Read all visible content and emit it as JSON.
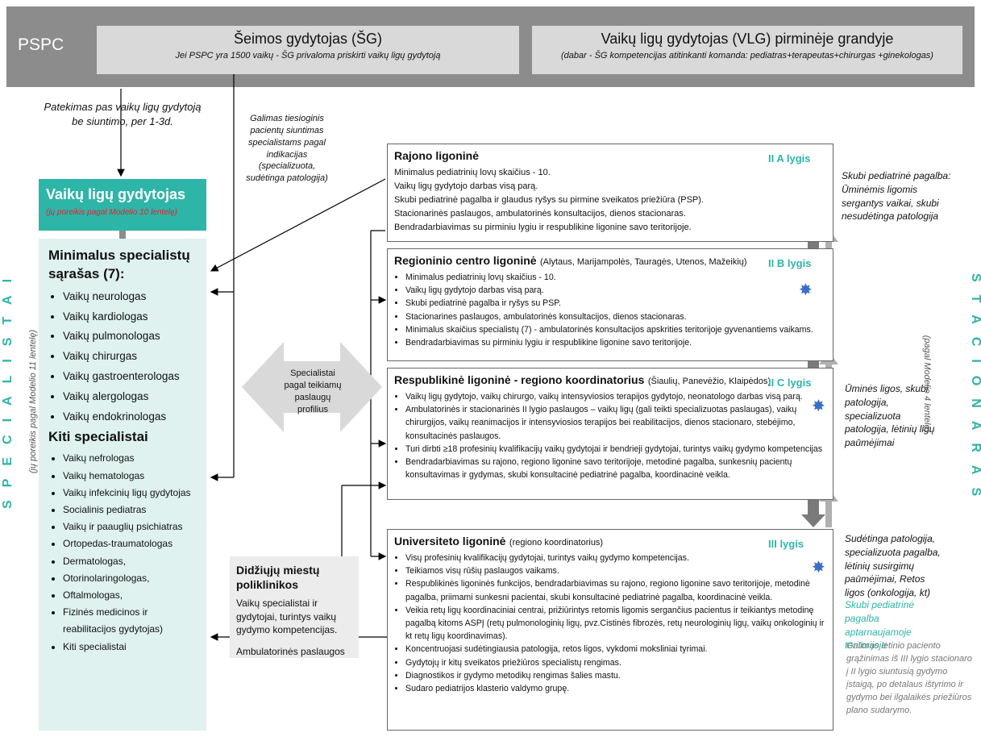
{
  "top": {
    "pspc": "PSPC",
    "sg_title": "Šeimos gydytojas (ŠG)",
    "sg_sub": "Jei PSPC yra 1500 vaikų - ŠG privaloma priskirti vaikų ligų gydytoją",
    "vlg_title": "Vaikų ligų gydytojas (VLG) pirminėje grandyje",
    "vlg_sub": "(dabar - ŠG kompetencijas atitinkanti komanda: pediatras+terapeutas+chirurgas +ginekologas)"
  },
  "notes": {
    "patekimas": "Patekimas pas vaikų ligų gydytoją be siuntimo, per 1-3d.",
    "galimas": "Galimas tiesioginis pacientų siuntimas specialistams pagal indikacijas (specializuota, sudėtinga patologija)",
    "specialistai_pagal": "Specialistai pagal teikiamų paslaugų profilius"
  },
  "left": {
    "vlg_title": "Vaikų ligų gydytojas",
    "vlg_sub": "(jų poreikis pagal Modelio 10 lentelę)",
    "min_title": "Minimalus specialistų sąrašas (7):",
    "min_list": [
      "Vaikų neurologas",
      "Vaikų kardiologas",
      "Vaikų pulmonologas",
      "Vaikų chirurgas",
      "Vaikų gastroenterologas",
      "Vaikų alergologas",
      "Vaikų endokrinologas"
    ],
    "other_title": "Kiti specialistai",
    "other_list": [
      "Vaikų nefrologas",
      "Vaikų hematologas",
      "Vaikų infekcinių ligų gydytojas",
      "Socialinis pediatras",
      "Vaikų ir paauglių psichiatras",
      "Ortopedas-traumatologas",
      "Dermatologas,",
      "Otorinolaringologas,",
      "Oftalmologas,",
      "Fizinės medicinos ir reabilitacijos gydytojas)",
      "Kiti specialistai"
    ],
    "side_big": "SPECIALISTAI",
    "side_small": "(jų poreikis pagal Modelio 11 lentelę)"
  },
  "levels": [
    {
      "title": "Rajono ligoninė",
      "paren": "",
      "tag": "II A lygis",
      "bullets": false,
      "items": [
        "Minimalus pediatrinių lovų skaičius - 10.",
        "Vaikų ligų gydytojo darbas visą parą.",
        "Skubi pediatrinė pagalba ir glaudus ryšys su pirmine sveikatos priežiūra (PSP).",
        "Stacionarinės paslaugos, ambulatorinės konsultacijos, dienos stacionaras.",
        "Bendradarbiavimas su pirminiu lygiu ir respublikine ligonine savo teritorijoje."
      ]
    },
    {
      "title": "Regioninio centro ligoninė",
      "paren": "(Alytaus, Marijampolės, Tauragės, Utenos, Mažeikių)",
      "tag": "II B lygis",
      "bullets": true,
      "items": [
        "Minimalus pediatrinių lovų skaičius - 10.",
        "Vaikų ligų gydytojo darbas visą parą.",
        "Skubi pediatrinė pagalba ir ryšys su PSP.",
        "Stacionarines paslaugos, ambulatorinės konsultacijos, dienos stacionaras.",
        "Minimalus skaičius specialistų (7) - ambulatorinės konsultacijos apskrities teritorijoje gyvenantiems vaikams.",
        "Bendradarbiavimas su pirminiu lygiu ir respublikine ligonine savo teritorijoje."
      ]
    },
    {
      "title": "Respublikinė ligoninė - regiono koordinatorius",
      "paren": "(Šiaulių, Panevėžio, Klaipėdos)",
      "tag": "II C lygis",
      "bullets": true,
      "items": [
        "Vaikų ligų gydytojo, vaikų chirurgo, vaikų intensyviosios terapijos gydytojo, neonatologo darbas visą parą.",
        "Ambulatorinės ir stacionarinės II lygio paslaugos – vaikų ligų (gali teikti specializuotas paslaugas), vaikų chirurgijos, vaikų reanimacijos ir intensyviosios terapijos bei reabilitacijos, dienos stacionaro, stebėjimo, konsultacinės paslaugos.",
        "Turi dirbti ≥18 profesinių kvalifikacijų vaikų gydytojai ir bendrieji gydytojai, turintys vaikų gydymo kompetencijas",
        "Bendradarbiavimas su rajono, regiono ligonine savo teritorijoje, metodinė pagalba, sunkesnių pacientų konsultavimas ir gydymas, skubi konsultacinė pediatrinė pagalba, koordinacinė veikla."
      ]
    },
    {
      "title": "Universiteto ligoninė",
      "paren": "(regiono koordinatorius)",
      "tag": "III lygis",
      "bullets": true,
      "items": [
        "Visų profesinių kvalifikacijų gydytojai, turintys vaikų gydymo kompetencijas.",
        "Teikiamos visų rūšių paslaugos vaikams.",
        "Respublikinės ligoninės funkcijos, bendradarbiavimas su rajono, regiono ligonine savo teritorijoje, metodinė pagalba, priimami sunkesni pacientai, skubi konsultacinė pediatrinė pagalba, koordinacinė veikla.",
        "Veikia retų ligų koordinaciniai centrai, prižiūrintys retomis ligomis sergančius pacientus ir teikiantys metodinę pagalbą kitoms ASPĮ (retų pulmonologinių ligų, pvz.Cistinės fibrozės, retų neurologinių ligų, vaikų onkologinių ir kt retų ligų koordinavimas).",
        "Koncentruojasi sudėtingiausia patologija, retos ligos, vykdomi moksliniai tyrimai.",
        "Gydytojų ir kitų sveikatos priežiūros specialistų rengimas.",
        "Diagnostikos ir gydymo metodikų rengimas šalies mastu.",
        "Sudaro pediatrijos klasterio valdymo grupę."
      ]
    }
  ],
  "poliklinikos": {
    "title": "Didžiųjų miestų poliklinikos",
    "desc": "Vaikų specialistai ir gydytojai, turintys vaikų gydymo kompetencijas.",
    "foot": "Ambulatorinės paslaugos"
  },
  "right": {
    "note1": "Skubi pediatrinė pagalba: Ūminėmis ligomis sergantys vaikai, skubi nesudėtinga patologija",
    "note2": "Ūminės ligos, skubi patologija, specializuota patologija, lėtinių ligų paūmėjimai",
    "note3": "Sudėtinga patologija, specializuota pagalba, lėtinių susirgimų paūmėjimai, Retos ligos (onkologija, kt)",
    "note3_teal": "Skubi pediatrinė pagalba aptarnaujamoje teritorijoje",
    "note4": "Galimas lėtinio paciento grąžinimas iš III lygio stacionaro į II lygio siuntusią gydymo įstaigą, po detalaus ištyrimo ir gydymo bei ilgalaikės priežiūros plano sudarymo.",
    "side_big": "STACIONARAS",
    "side_small": "(pagal Modelio 4 lentelę)"
  },
  "colors": {
    "teal": "#2db5a8",
    "grey_band": "#8c8c8c",
    "box_grey": "#d9d9d9",
    "light_teal": "#dff2ef",
    "red": "#e8202e",
    "star_blue": "#3a6fc6"
  }
}
